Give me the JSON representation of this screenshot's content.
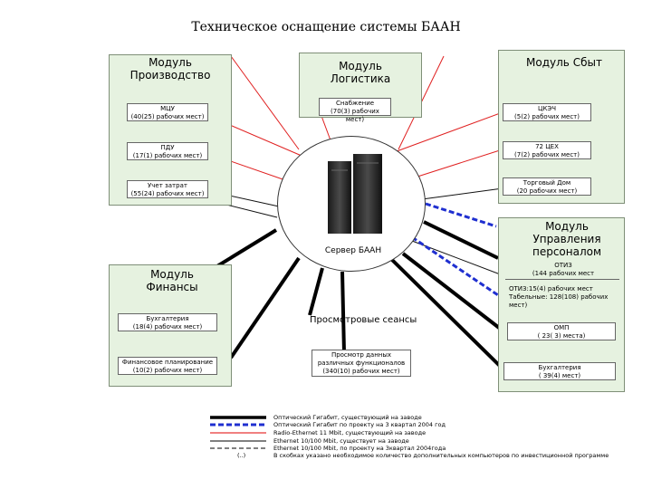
{
  "title": "Техническое оснащение системы БААН",
  "server": {
    "label": "Сервер БААН"
  },
  "modules": {
    "production": {
      "title": "Модуль Производство",
      "units": [
        {
          "name": "МЦУ",
          "detail": "(40(25) рабочих мест)"
        },
        {
          "name": "ПДУ",
          "detail": "(17(1) рабочих мест)"
        },
        {
          "name": "Учет затрат",
          "detail": "(55(24) рабочих мест)"
        }
      ]
    },
    "logistics": {
      "title": "Модуль Логистика",
      "units": [
        {
          "name": "Снабжение",
          "detail": "(70(3) рабочих мест)"
        }
      ]
    },
    "sales": {
      "title": "Модуль Сбыт",
      "units": [
        {
          "name": "ЦКЭЧ",
          "detail": "(5(2) рабочих мест)"
        },
        {
          "name": "72 ЦЕХ",
          "detail": "(7(2) рабочих мест)"
        },
        {
          "name": "Торговый Дом",
          "detail": "(20 рабочих мест)"
        }
      ]
    },
    "finance": {
      "title": "Модуль Финансы",
      "units": [
        {
          "name": "Бухгалтерия",
          "detail": "(18(4) рабочих мест)"
        },
        {
          "name": "Финансовое планирование",
          "detail": "(10(2) рабочих мест)"
        }
      ]
    },
    "hr": {
      "title": "Модуль Управления персоналом",
      "units": [
        {
          "name": "ОТИЗ",
          "detail": "(144 рабочих мест"
        },
        {
          "name": "ОТИЗ:15(4) рабочих мест",
          "detail": "Табельные: 128(108) рабочих мест)"
        },
        {
          "name": "ОМП",
          "detail": "( 23( 3) места)"
        },
        {
          "name": "Бухгалтерия",
          "detail": "( 39(4) мест)"
        }
      ]
    }
  },
  "view_sessions": {
    "label": "Просмотровые сеансы",
    "unit": {
      "name": "Просмотр данных",
      "line2": "различных функционалов",
      "detail": "(340(10) рабочих мест)"
    }
  },
  "legend": {
    "items": [
      {
        "style": "thick-black",
        "text": "Оптический Гигабит, существующий на заводе",
        "color": "#000000"
      },
      {
        "style": "thick-blue-dashed",
        "text": "Оптический Гигабит по проекту на 3 квартал 2004 год",
        "color": "#1f2fd0"
      },
      {
        "style": "thin-red",
        "text": "Radio-Ethernet 11 Mbit, существующий на заводе",
        "color": "#e00000"
      },
      {
        "style": "thin-black",
        "text": "Ethernet 10/100 Mbit, существует на заводе",
        "color": "#000000"
      },
      {
        "style": "thin-dashed",
        "text": "Ethernet 10/100 Mbit, по проекту на 3квартал 2004года",
        "color": "#000000"
      },
      {
        "style": "note",
        "symbol": "(..)",
        "text": "В скобках указано необходимое количество дополнительных компьютеров по инвестиционной программе"
      }
    ]
  },
  "colors": {
    "module_fill": "#e6f2e0",
    "fiber": "#000000",
    "fiber_planned": "#1f2fd0",
    "radio": "#e00000"
  }
}
